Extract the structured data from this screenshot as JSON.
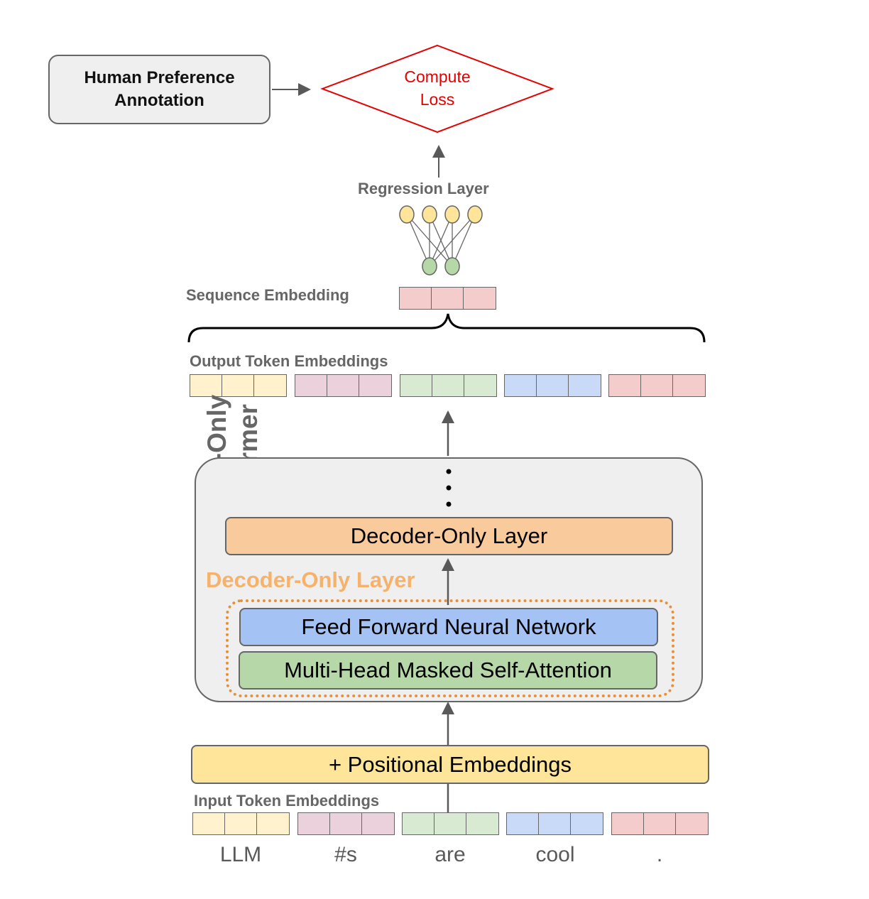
{
  "human_annotation": {
    "line1": "Human Preference",
    "line2": "Annotation"
  },
  "compute_loss": {
    "line1": "Compute",
    "line2": "Loss"
  },
  "regression_label": "Regression Layer",
  "sequence_embedding_label": "Sequence Embedding",
  "output_tokens_label": "Output Token Embeddings",
  "input_tokens_label": "Input Token Embeddings",
  "decoder_stack": {
    "title_line1": "Decoder-Only",
    "title_line2": "Transformer",
    "top_layer": "Decoder-Only Layer",
    "detail_label": "Decoder-Only Layer",
    "ffn": "Feed Forward Neural Network",
    "attention": "Multi-Head Masked Self-Attention"
  },
  "positional": "+ Positional Embeddings",
  "tokens": [
    "LLM",
    "#s",
    "are",
    "cool",
    "."
  ],
  "colors": {
    "yellow": "#fff2cc",
    "purple": "#ead1dc",
    "green": "#d9ead3",
    "blue": "#c9daf8",
    "red": "#f4cccc",
    "layer_orange": "#f9cb9c",
    "ffn_blue": "#a4c2f4",
    "attn_green": "#b6d7a8",
    "positional_yellow": "#ffe599",
    "loss_red": "#e60000"
  }
}
